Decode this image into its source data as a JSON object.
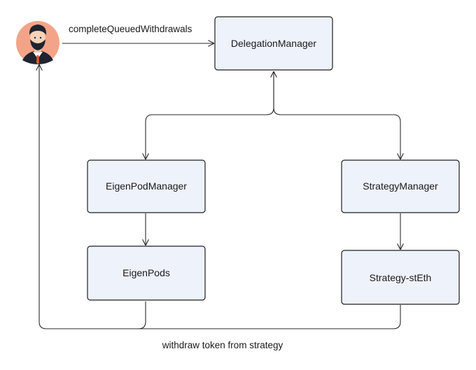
{
  "diagram": {
    "nodes": {
      "delegation_manager": "DelegationManager",
      "eigenpod_manager": "EigenPodManager",
      "strategy_manager": "StrategyManager",
      "eigenpods": "EigenPods",
      "strategy_steth": "Strategy-stEth"
    },
    "edges": {
      "complete_queued": "completeQueuedWithdrawals",
      "withdraw_token": "withdraw token from strategy"
    },
    "icons": {
      "user": "user-avatar-icon"
    },
    "colors": {
      "node_fill": "#eef2fb",
      "avatar_bg": "#f3a488",
      "line": "#2a2a2a"
    }
  }
}
